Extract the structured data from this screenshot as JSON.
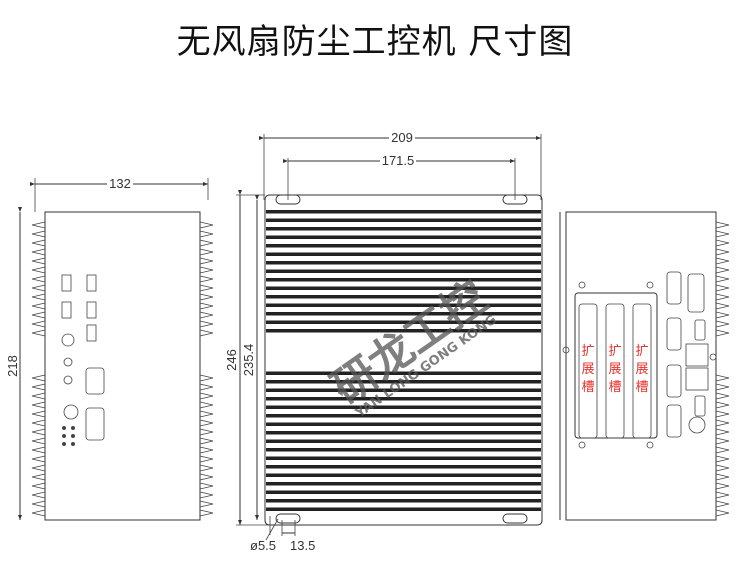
{
  "title": "无风扇防尘工控机 尺寸图",
  "dimensions": {
    "side_width": "132",
    "side_height": "218",
    "top_width": "209",
    "hole_spacing": "171.5",
    "top_height_outer": "246",
    "top_height_inner": "235.4",
    "hole_diameter": "ø5.5",
    "slot_length": "13.5"
  },
  "expansion_slots": [
    {
      "label": [
        "扩",
        "展",
        "槽"
      ]
    },
    {
      "label": [
        "扩",
        "展",
        "槽"
      ]
    },
    {
      "label": [
        "扩",
        "展",
        "槽"
      ]
    }
  ],
  "watermark": {
    "text": "研龙工控",
    "subtext": "YAN LONG GONG KONG"
  },
  "colors": {
    "line": "#333333",
    "slot_label": "#e8322e"
  }
}
